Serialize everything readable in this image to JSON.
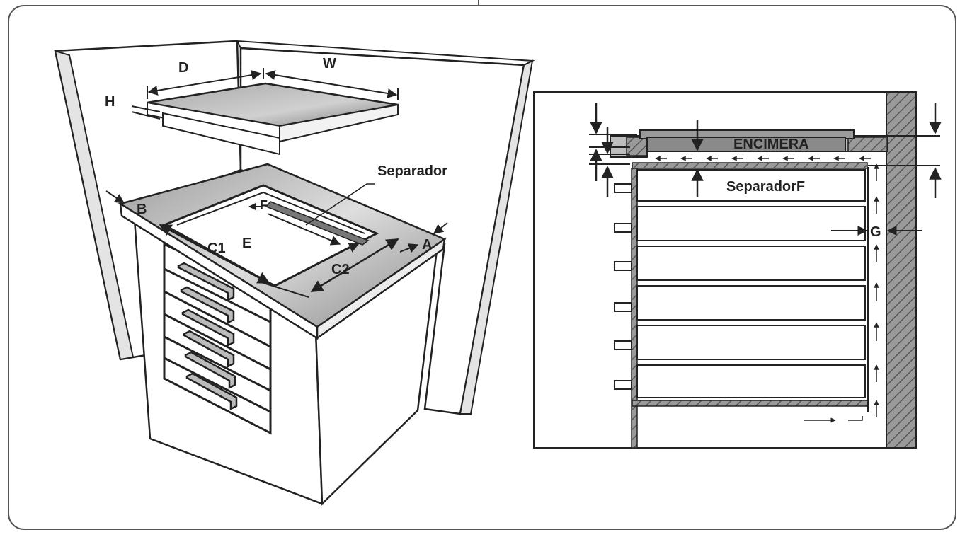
{
  "left_diagram": {
    "labels": {
      "d": "D",
      "w": "W",
      "h": "H",
      "separador": "Separador",
      "b": "B",
      "f": "F",
      "e": "E",
      "c1": "C1",
      "c2": "C2",
      "a": "A"
    }
  },
  "right_diagram": {
    "labels": {
      "encimera": "ENCIMERA",
      "separador_f": "SeparadorF",
      "g": "G"
    }
  }
}
